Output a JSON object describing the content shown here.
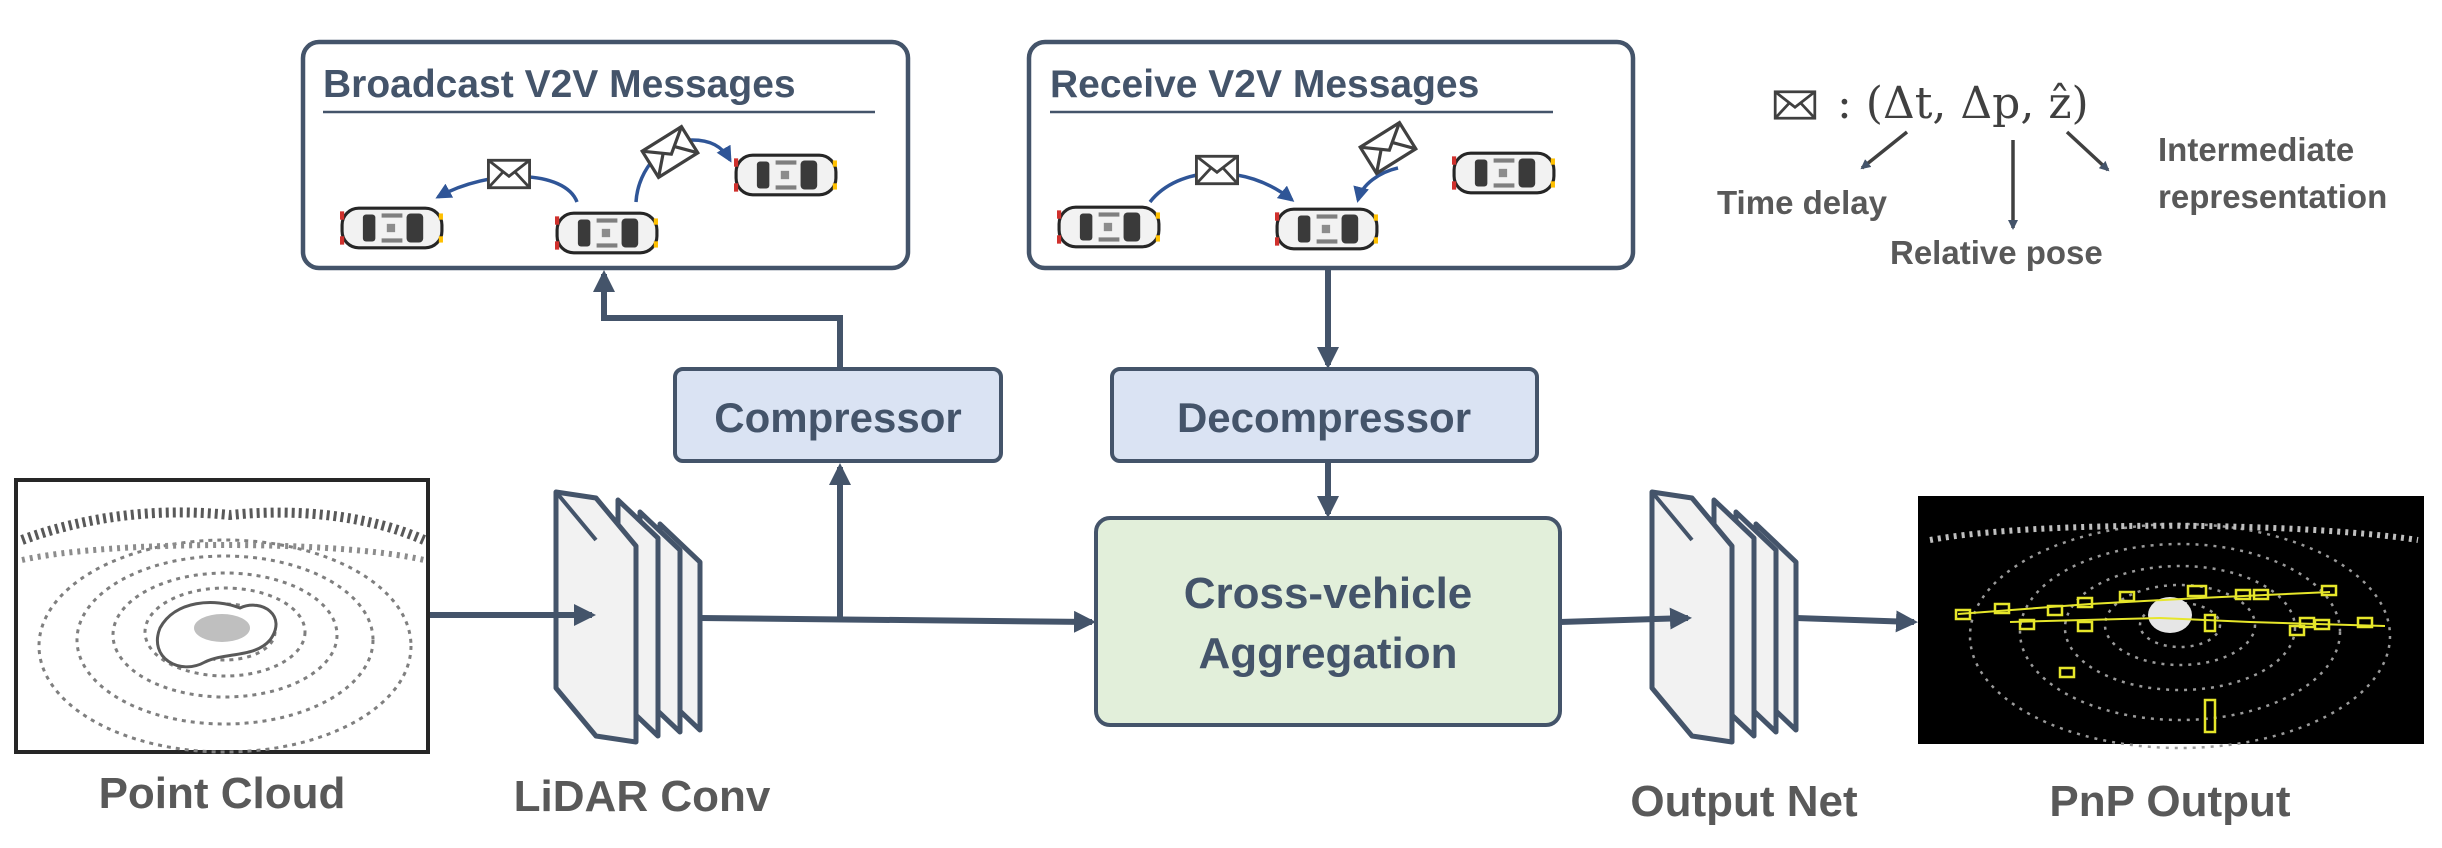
{
  "colors": {
    "ink": "#44546a",
    "label": "#595959",
    "box_border": "#44546a",
    "blue_fill": "#dae3f3",
    "green_fill": "#e2efda",
    "arrow": "#44546a",
    "curve": "#2f5597",
    "detection": "#e6e62a"
  },
  "broadcast": {
    "title": "Broadcast V2V Messages"
  },
  "receive": {
    "title": "Receive V2V Messages"
  },
  "legend": {
    "formula": ": (Δt, Δp, ẑ)",
    "time_delay": "Time delay",
    "relative_pose": "Relative pose",
    "intermediate_line1": "Intermediate",
    "intermediate_line2": "representation"
  },
  "modules": {
    "compressor": "Compressor",
    "decompressor": "Decompressor",
    "aggregation_line1": "Cross-vehicle",
    "aggregation_line2": "Aggregation"
  },
  "captions": {
    "point_cloud": "Point Cloud",
    "lidar_conv": "LiDAR Conv",
    "output_net": "Output Net",
    "pnp_output": "PnP Output"
  },
  "icons": [
    "envelope-icon",
    "car-icon"
  ]
}
